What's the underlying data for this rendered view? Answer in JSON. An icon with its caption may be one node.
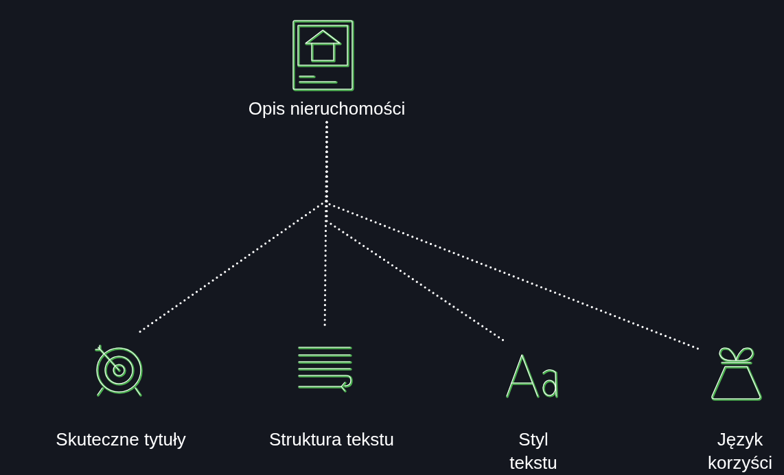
{
  "diagram": {
    "nodes": [
      {
        "text": [
          "Opis nieruchomości"
        ]
      },
      {
        "text": [
          "Skuteczne tytuły"
        ]
      },
      {
        "text": [
          "Struktura tekstu"
        ]
      },
      {
        "text": [
          "Styl tekstu"
        ]
      },
      {
        "text": [
          "Język korzyści"
        ]
      }
    ],
    "edges": [
      {
        "from": 0,
        "to": 1,
        "arrow": "none",
        "style": "dashed"
      },
      {
        "from": 0,
        "to": 2,
        "arrow": "none",
        "style": "dashed"
      },
      {
        "from": 0,
        "to": 3,
        "arrow": "none",
        "style": "dashed"
      },
      {
        "from": 0,
        "to": 4,
        "arrow": "none",
        "style": "dashed"
      }
    ]
  }
}
